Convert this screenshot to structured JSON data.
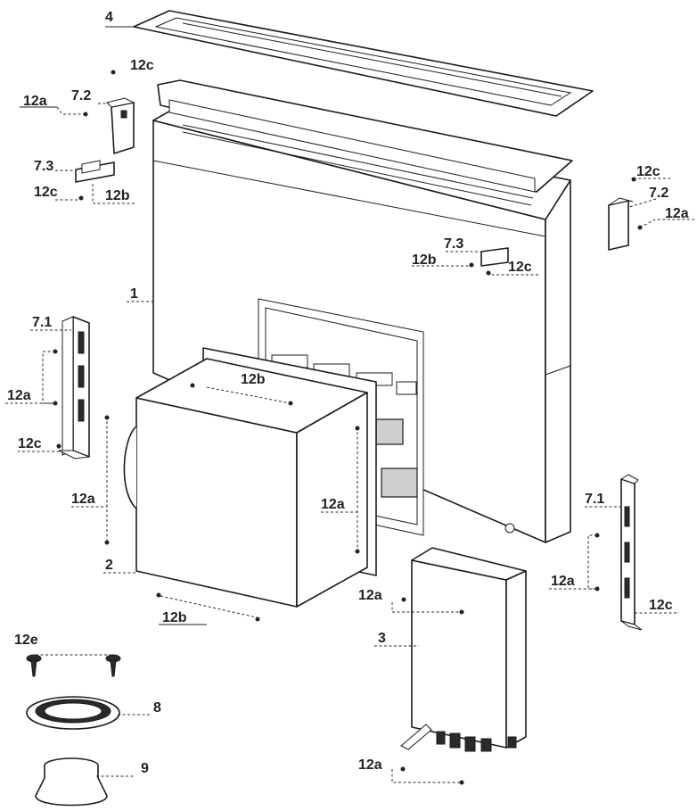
{
  "labels": {
    "l4": "4",
    "l12c_top": "12c",
    "l7_2_left": "7.2",
    "l12a_left_bracket": "12a",
    "l7_3_left": "7.3",
    "l12c_left_bracket": "12c",
    "l12b_left_bracket": "12b",
    "l12c_right_top": "12c",
    "l7_2_right": "7.2",
    "l12a_right_bracket": "12a",
    "l7_3_right": "7.3",
    "l12b_right_bracket": "12b",
    "l12c_right_bracket": "12c",
    "l1": "1",
    "l7_1_left": "7.1",
    "l12a_left_rail": "12a",
    "l12c_left_rail": "12c",
    "l12b_box_top": "12b",
    "l12a_box_left": "12a",
    "l12a_box_right": "12a",
    "l2": "2",
    "l12b_box_bottom": "12b",
    "l7_1_right": "7.1",
    "l12a_right_rail": "12a",
    "l12c_right_rail": "12c",
    "l12a_motor_top": "12a",
    "l3": "3",
    "l12a_motor_bottom": "12a",
    "l12e": "12e",
    "l8": "8",
    "l9": "9"
  }
}
